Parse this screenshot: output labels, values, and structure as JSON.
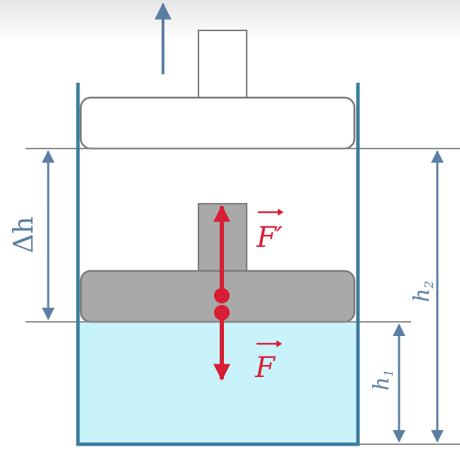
{
  "labels": {
    "delta_h": "Δh",
    "h1_main": "h",
    "h1_sub": "1",
    "h2_main": "h",
    "h2_sub": "2",
    "force_prime": "F′",
    "force": "F"
  },
  "colors": {
    "background": "#ffffff",
    "top_fade": "#ececec",
    "container_wall": "#3a7d9c",
    "water": "#c8f3fa",
    "piston_upper_fill": "#ffffff",
    "piston_upper_stroke": "#777777",
    "piston_lower_fill": "#a9a9a9",
    "piston_lower_stroke": "#7a7a7a",
    "guide_line": "#888888",
    "dimension_arrow": "#5b7fa3",
    "force_arrow": "#d81e34",
    "label_blue": "#5b7fa3",
    "label_red": "#d81e34"
  },
  "icons": {
    "motion": "up-arrow-icon",
    "force_pair": "force-vector-icon"
  }
}
